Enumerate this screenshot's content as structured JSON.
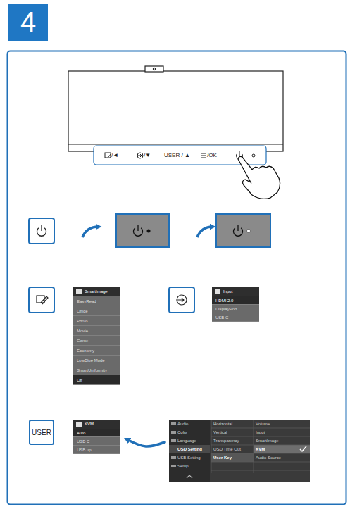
{
  "diagram": {
    "title": "4",
    "nodes": [
      {
        "text": [
          "SmartImage",
          "EasyRead",
          "Office",
          "Photo",
          "Movie",
          "Game",
          "Economy",
          "LowBlue Mode",
          "SmartUniformity",
          "Off"
        ]
      },
      {
        "text": [
          "Input",
          "HDMI 2.0",
          "DisplayPort",
          "USB C"
        ]
      },
      {
        "text": [
          "USER"
        ]
      },
      {
        "text": [
          "KVM",
          "Auto",
          "USB C",
          "USB up"
        ]
      },
      {
        "text": [
          "Audio",
          "Color",
          "Language",
          "OSD Setting",
          "USB Setting",
          "Setup"
        ]
      }
    ],
    "edges": [
      {
        "from": 4,
        "to": 3,
        "arrow": "to"
      }
    ],
    "labels": [
      "/◄",
      "/▼",
      "USER / ▲",
      "/OK",
      "Horizontal",
      "Vertical",
      "Transparency",
      "OSD Time Out",
      "User Key",
      "Volume",
      "Input",
      "SmartImage",
      "KVM",
      "Audio Source"
    ]
  }
}
